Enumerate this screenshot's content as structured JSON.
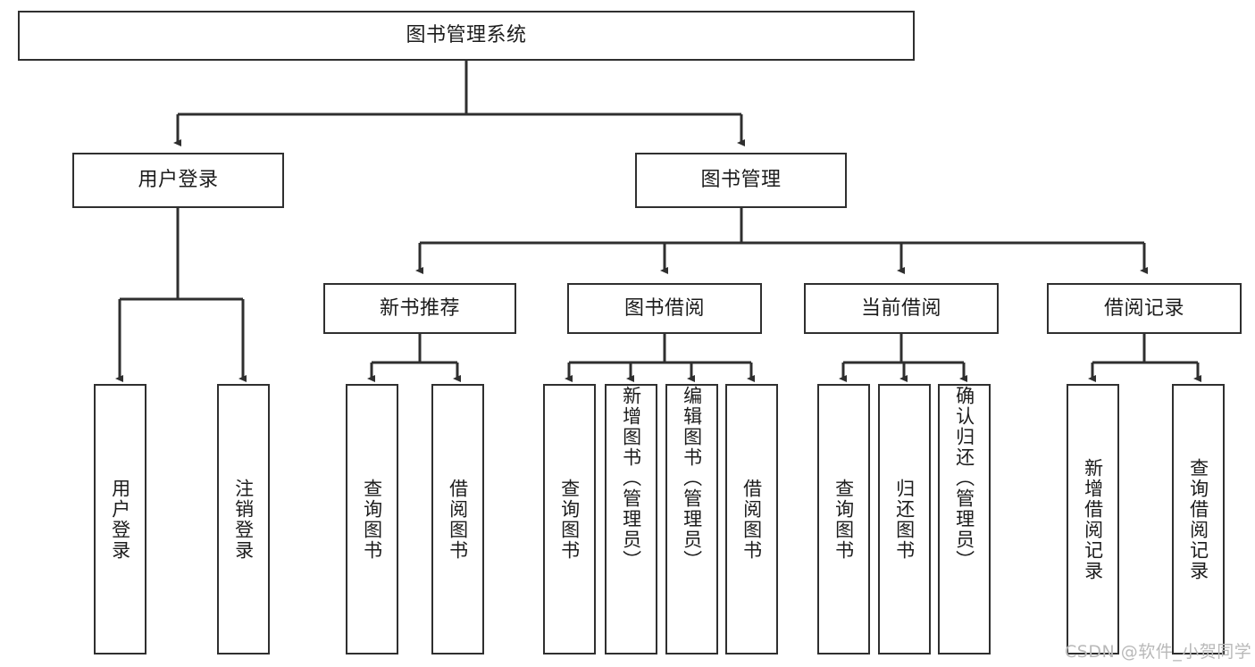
{
  "diagram": {
    "type": "hierarchy-tree",
    "title": "图书管理系统",
    "watermark": "CSDN @软件_小贺同学",
    "colors": {
      "stroke": "#2f2f2f",
      "fill": "#ffffff",
      "text": "#1c1c1c",
      "watermark": "#b9b9b9"
    },
    "nodes": {
      "root": {
        "label": "图书管理系统"
      },
      "level2": [
        {
          "id": "user-login",
          "label": "用户登录"
        },
        {
          "id": "book-manage",
          "label": "图书管理"
        }
      ],
      "level3": [
        {
          "id": "new-book-recommend",
          "label": "新书推荐"
        },
        {
          "id": "book-borrow",
          "label": "图书借阅"
        },
        {
          "id": "current-borrow",
          "label": "当前借阅"
        },
        {
          "id": "borrow-record",
          "label": "借阅记录"
        }
      ],
      "leaves": [
        {
          "id": "leaf-user-login",
          "label": "用户登录",
          "parent": "user-login",
          "align": "center"
        },
        {
          "id": "leaf-logout-login",
          "label": "注销登录",
          "parent": "user-login",
          "align": "center"
        },
        {
          "id": "leaf-query-book-1",
          "label": "查询图书",
          "parent": "new-book-recommend",
          "align": "center"
        },
        {
          "id": "leaf-borrow-book-1",
          "label": "借阅图书",
          "parent": "new-book-recommend",
          "align": "center"
        },
        {
          "id": "leaf-query-book-2",
          "label": "查询图书",
          "parent": "book-borrow",
          "align": "center"
        },
        {
          "id": "leaf-add-book-admin",
          "label": "新增图书（管理员）",
          "parent": "book-borrow",
          "align": "top"
        },
        {
          "id": "leaf-edit-book-admin",
          "label": "编辑图书（管理员）",
          "parent": "book-borrow",
          "align": "top"
        },
        {
          "id": "leaf-borrow-book-2",
          "label": "借阅图书",
          "parent": "book-borrow",
          "align": "center"
        },
        {
          "id": "leaf-query-book-3",
          "label": "查询图书",
          "parent": "current-borrow",
          "align": "center"
        },
        {
          "id": "leaf-return-book",
          "label": "归还图书",
          "parent": "current-borrow",
          "align": "center"
        },
        {
          "id": "leaf-confirm-return-admin",
          "label": "确认归还（管理员）",
          "parent": "current-borrow",
          "align": "top"
        },
        {
          "id": "leaf-add-borrow-record",
          "label": "新增借阅记录",
          "parent": "borrow-record",
          "align": "center"
        },
        {
          "id": "leaf-query-borrow-record",
          "label": "查询借阅记录",
          "parent": "borrow-record",
          "align": "center"
        }
      ]
    }
  }
}
